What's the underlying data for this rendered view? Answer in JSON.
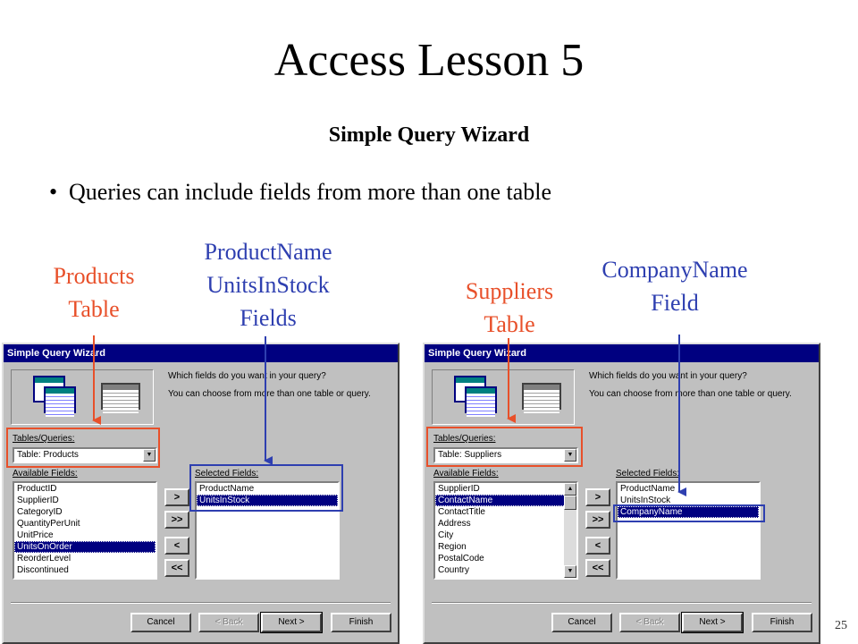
{
  "slide": {
    "title": "Access Lesson 5",
    "subtitle": "Simple Query Wizard",
    "bullet": "Queries can include fields from more than one table",
    "page_number": "25"
  },
  "callouts": {
    "products_table": [
      "Products",
      "Table"
    ],
    "productname_fields": [
      "ProductName",
      "UnitsInStock",
      "Fields"
    ],
    "suppliers_table": [
      "Suppliers",
      "Table"
    ],
    "companyname_field": [
      "CompanyName",
      "Field"
    ]
  },
  "colors": {
    "callout_red": "#e8502a",
    "callout_blue": "#2e3fb0",
    "titlebar": "#000080",
    "dialog_bg": "#c0c0c0"
  },
  "dialogs": [
    {
      "title": "Simple Query Wizard",
      "prompt_line1": "Which fields do you want in your query?",
      "prompt_line2": "You can choose from more than one table or query.",
      "tables_label": "Tables/Queries:",
      "tables_value": "Table: Products",
      "available_label": "Available Fields:",
      "available_fields": [
        "ProductID",
        "SupplierID",
        "CategoryID",
        "QuantityPerUnit",
        "UnitPrice",
        "UnitsOnOrder",
        "ReorderLevel",
        "Discontinued"
      ],
      "available_selected_index": 5,
      "selected_label": "Selected Fields:",
      "selected_fields": [
        "ProductName",
        "UnitsInStock"
      ],
      "selected_selected_index": 1,
      "move_buttons": [
        ">",
        ">>",
        "<",
        "<<"
      ],
      "buttons": {
        "cancel": "Cancel",
        "back": "< Back",
        "next": "Next >",
        "finish": "Finish"
      }
    },
    {
      "title": "Simple Query Wizard",
      "prompt_line1": "Which fields do you want in your query?",
      "prompt_line2": "You can choose from more than one table or query.",
      "tables_label": "Tables/Queries:",
      "tables_value": "Table: Suppliers",
      "available_label": "Available Fields:",
      "available_fields": [
        "SupplierID",
        "ContactName",
        "ContactTitle",
        "Address",
        "City",
        "Region",
        "PostalCode",
        "Country"
      ],
      "available_selected_index": 1,
      "selected_label": "Selected Fields:",
      "selected_fields": [
        "ProductName",
        "UnitsInStock",
        "CompanyName"
      ],
      "selected_selected_index": 2,
      "move_buttons": [
        ">",
        ">>",
        "<",
        "<<"
      ],
      "buttons": {
        "cancel": "Cancel",
        "back": "< Back",
        "next": "Next >",
        "finish": "Finish"
      }
    }
  ]
}
